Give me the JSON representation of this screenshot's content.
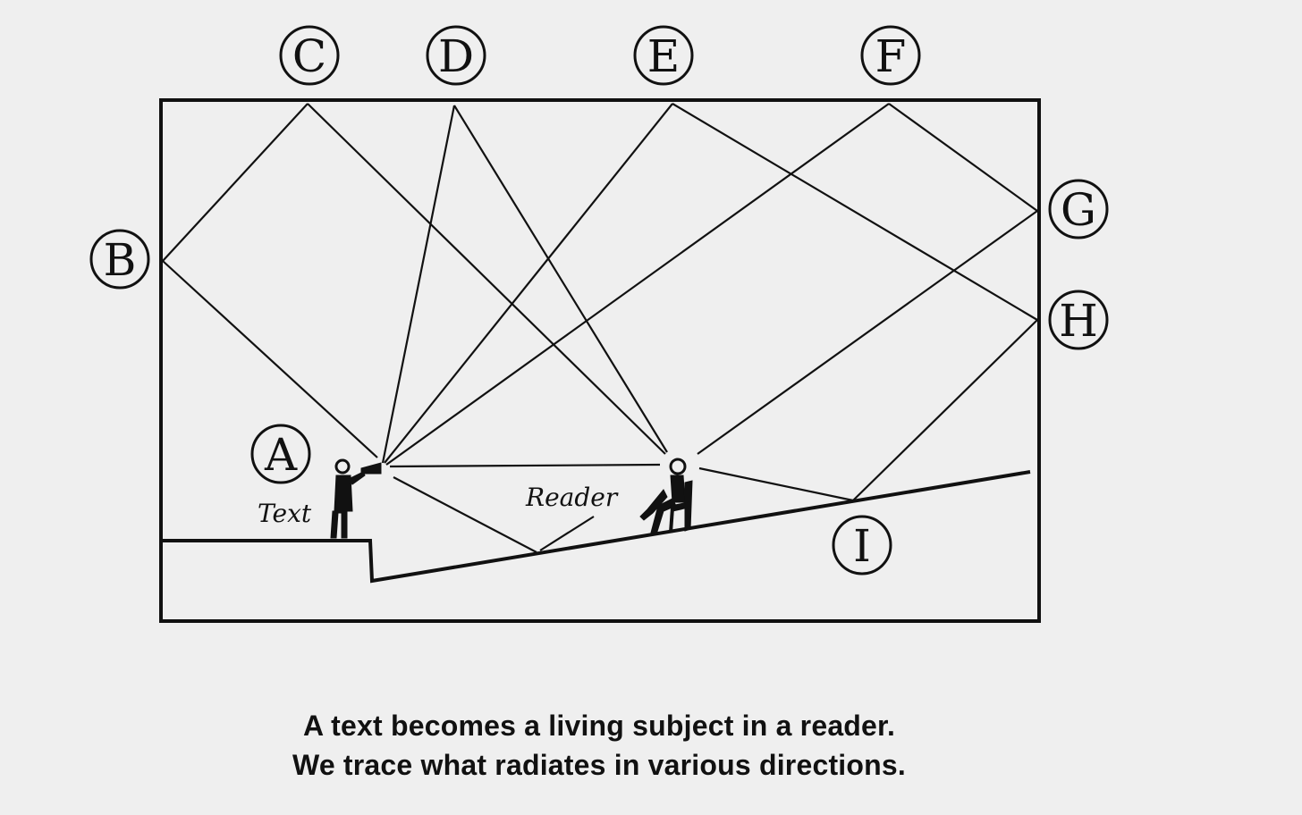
{
  "markers": {
    "A": "A",
    "B": "B",
    "C": "C",
    "D": "D",
    "E": "E",
    "F": "F",
    "G": "G",
    "H": "H",
    "I": "I"
  },
  "labels": {
    "text": "Text",
    "reader": "Reader"
  },
  "caption": {
    "line1": "A text becomes a living subject in a reader.",
    "line2": "We trace what radiates in various directions."
  },
  "colors": {
    "background": "#efefef",
    "ink": "#111111"
  }
}
